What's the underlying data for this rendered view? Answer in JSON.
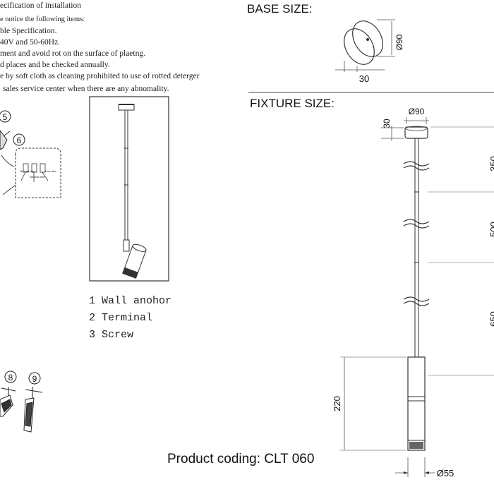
{
  "instructions": {
    "title": "ecification of installation",
    "intro": "e notice the following items:",
    "items": [
      "ble Specification.",
      "40V and 50-60Hz.",
      "ment and avoid rot on the surface of plaetng.",
      "d places and be checked annually.",
      "e by soft cloth as cleaning prohibited to use of rotted deterger",
      "sales service center when there are any abnomality."
    ]
  },
  "steps": [
    "5",
    "6",
    "8",
    "9"
  ],
  "terminal_labels": [
    "Ground wire",
    "Neutral wire",
    "Live wire"
  ],
  "parts": [
    {
      "num": "1",
      "name": "Wall anohor"
    },
    {
      "num": "2",
      "name": "Terminal"
    },
    {
      "num": "3",
      "name": "Screw"
    }
  ],
  "base": {
    "heading": "BASE SIZE:",
    "diameter": "Ø90",
    "height": "30"
  },
  "fixture": {
    "heading": "FIXTURE SIZE:",
    "canopy_height": "30",
    "canopy_diameter": "Ø90",
    "lengths": [
      "350",
      "500",
      "650"
    ],
    "body_height": "220",
    "body_diameter": "Ø55"
  },
  "product_coding": "Product coding: CLT 060"
}
